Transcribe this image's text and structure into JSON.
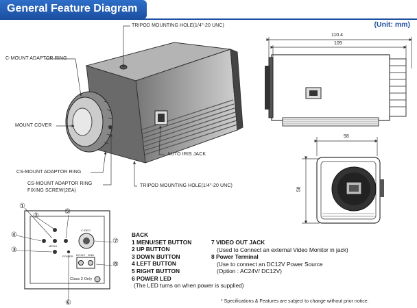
{
  "header": {
    "title": "General Feature Diagram"
  },
  "unit_label": "(Unit: mm)",
  "callouts": {
    "tripod_top": "TRIPOD MOUNTING HOLE(1/4\"-20 UNC)",
    "c_mount": "C-MOUNT ADAPTOR RING",
    "mount_cover": "MOUNT COVER",
    "cs_mount": "CS-MOUNT ADAPTOR RING",
    "cs_screw_1": "CS-MOUNT ADAPTOR RING",
    "cs_screw_2": "FIXING SCREW(2EA)",
    "auto_iris": "AUTO IRIS JACK",
    "tripod_bottom": "TRIPOD MOUNTING HOLE(1/4\"-20 UNC)"
  },
  "dimensions": {
    "d1": "110.4",
    "d2": "109",
    "d3": "58",
    "d4": "58"
  },
  "back_panel": {
    "markers": [
      "①",
      "②",
      "③",
      "④",
      "⑤",
      "⑥",
      "⑦",
      "⑧"
    ],
    "menu": "MENU",
    "power": "POWER",
    "video": "V IDEO",
    "dc12v": "DC12V",
    "gnd": "GND",
    "class2": "Class 2 Only"
  },
  "legend": {
    "title": "BACK",
    "left": [
      "1 MENU/SET  BUTTON",
      "2 UP BUTTON",
      "3 DOWN BUTTON",
      "4 LEFT BUTTON",
      "5 RIGHT BUTTON",
      "6 POWER LED"
    ],
    "left_note": "(The LED turns on when power is supplied)",
    "right": [
      "7 VIDEO OUT JACK",
      "(Used to Connect an external Video Monitor in jack)",
      "8 Power Terminal",
      "(Use to connect an DC12V Power Source",
      "(Option : AC24V/ DC12V)"
    ]
  },
  "footnote": "* Specifications & Features are subject to change without prior notice.",
  "colors": {
    "header": "#1b4fa0",
    "line": "#333333",
    "body_dark": "#555555"
  }
}
